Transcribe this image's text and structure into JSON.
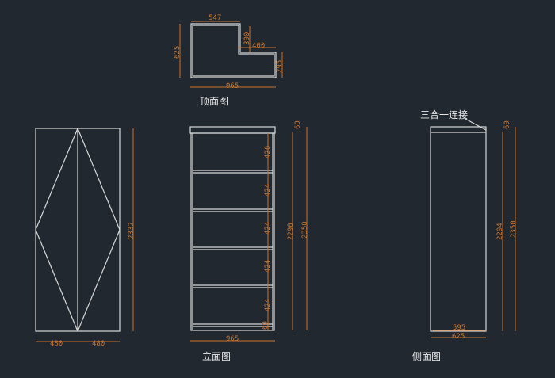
{
  "top_view": {
    "label": "顶面图",
    "dims": {
      "width_top": "547",
      "depth": "625",
      "notch_depth": "300",
      "notch_width": "400",
      "right_depth": "295",
      "width": "965"
    }
  },
  "door_view": {
    "dims": {
      "height": "2332",
      "left_width": "480",
      "right_width": "480"
    }
  },
  "front_view": {
    "label": "立面图",
    "shelf_dims": [
      "426",
      "424",
      "424",
      "424",
      "424"
    ],
    "base": "60",
    "top": "60",
    "inner_height": "2290",
    "total_height": "2350",
    "width": "965"
  },
  "side_view": {
    "label": "侧面图",
    "annotation": "三合一连接",
    "top": "60",
    "inner_height": "2294",
    "total_height": "2350",
    "inner_depth": "595",
    "depth": "625"
  }
}
